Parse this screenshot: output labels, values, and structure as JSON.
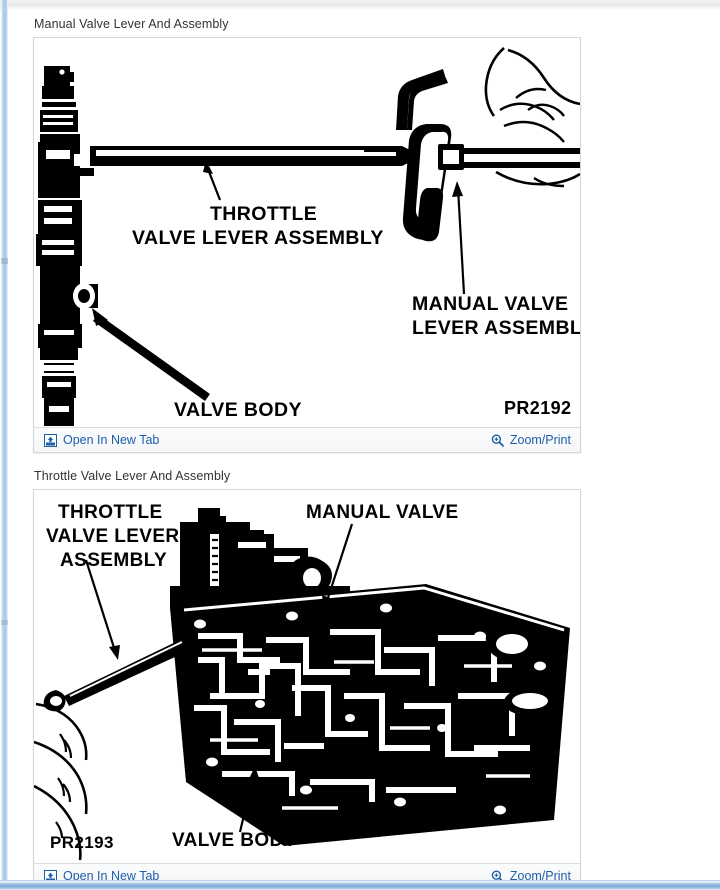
{
  "page": {
    "background_color": "#ffffff",
    "link_color": "#1f5ea8",
    "caption_color": "#333333",
    "chrome": {
      "left_rail_color": "#a8c8e8",
      "bottom_bar_color": "#7fa9d6",
      "top_bar_color": "#e4e4e4"
    }
  },
  "figures": [
    {
      "caption": "Manual Valve Lever And Assembly",
      "figure_number": "PR2192",
      "labels": [
        {
          "id": "throttle",
          "lines": [
            "THROTTLE",
            "VALVE LEVER ASSEMBLY"
          ]
        },
        {
          "id": "manual",
          "lines": [
            "MANUAL VALVE",
            "LEVER ASSEMBLY"
          ]
        },
        {
          "id": "valve-body",
          "lines": [
            "VALVE BODY"
          ]
        }
      ],
      "toolbar": {
        "open_in_new_tab": "Open In New Tab",
        "zoom_print": "Zoom/Print",
        "open_icon": "open-in-new-tab-icon",
        "zoom_icon": "magnifier-plus-icon"
      }
    },
    {
      "caption": "Throttle Valve Lever And Assembly",
      "figure_number": "PR2193",
      "labels": [
        {
          "id": "throttle",
          "lines": [
            "THROTTLE",
            "VALVE LEVER",
            "ASSEMBLY"
          ]
        },
        {
          "id": "manual-valve",
          "lines": [
            "MANUAL VALVE"
          ]
        },
        {
          "id": "valve-body",
          "lines": [
            "VALVE BODY"
          ]
        }
      ],
      "toolbar": {
        "open_in_new_tab": "Open In New Tab",
        "zoom_print": "Zoom/Print",
        "open_icon": "open-in-new-tab-icon",
        "zoom_icon": "magnifier-plus-icon"
      }
    }
  ]
}
